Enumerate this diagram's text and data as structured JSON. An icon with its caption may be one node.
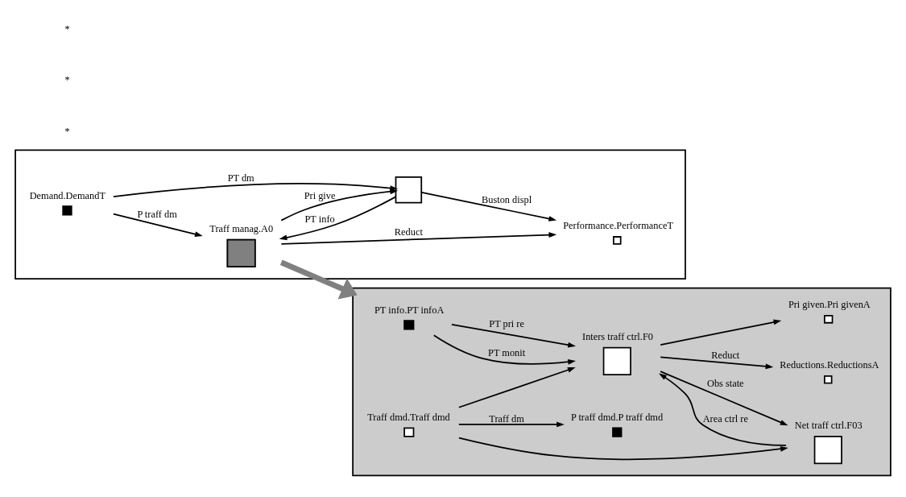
{
  "diagram": {
    "nodes": [
      {
        "text": [],
        "shape": "box"
      },
      {
        "text": [
          "Demand.DemandT"
        ],
        "in": 0
      },
      {
        "text": [
          "Traff manag.A0"
        ],
        "in": 0
      },
      {
        "text": [],
        "shape": "box",
        "in": 0
      },
      {
        "text": [
          "Performance.PerformanceT"
        ],
        "in": 0
      },
      {
        "text": [],
        "shape": "box"
      },
      {
        "text": [
          "PT info.PT infoA"
        ],
        "in": 5
      },
      {
        "text": [
          "Reductions.ReductionsA"
        ],
        "in": 5
      },
      {
        "text": [
          "Pri given.Pri givenA"
        ],
        "in": 5
      },
      {
        "text": [
          "P traff dmd.P traff dmd"
        ],
        "in": 5
      },
      {
        "text": [
          "Traff dmd.Traff dmd"
        ],
        "in": 5
      },
      {
        "text": [
          "Inters traff ctrl.F0"
        ],
        "in": 5
      },
      {
        "text": [
          "Net traff ctrl.F03"
        ],
        "in": 5
      }
    ],
    "edges": [
      {
        "from": 1,
        "to": 2,
        "arrow": "to",
        "label": "P traff dm"
      },
      {
        "from": 1,
        "to": 3,
        "arrow": "to",
        "label": "PT dm"
      },
      {
        "from": 2,
        "to": 3,
        "arrow": "to",
        "label": "Pri give"
      },
      {
        "from": 3,
        "to": 2,
        "arrow": "to",
        "label": "PT info"
      },
      {
        "from": 2,
        "to": 4,
        "arrow": "to",
        "label": "Reduct"
      },
      {
        "from": 3,
        "to": 4,
        "arrow": "to",
        "label": "Buston displ"
      },
      {
        "from": 2,
        "to": 5,
        "arrow": "to",
        "style": "thick",
        "color": "#808080"
      },
      {
        "from": 6,
        "to": 11,
        "arrow": "to",
        "label": "PT monit"
      },
      {
        "from": 6,
        "to": 11,
        "arrow": "to",
        "label": "PT pri re"
      },
      {
        "from": 11,
        "to": 7,
        "arrow": "to",
        "label": "Reduct"
      },
      {
        "from": 11,
        "to": 8,
        "arrow": "to"
      },
      {
        "from": 10,
        "to": 9,
        "arrow": "to",
        "label": "Traff dm"
      },
      {
        "from": 10,
        "to": 11,
        "arrow": "to"
      },
      {
        "from": 10,
        "to": 12,
        "arrow": "to"
      },
      {
        "from": 11,
        "to": 12,
        "arrow": "to",
        "label": "Obs state"
      },
      {
        "from": 12,
        "to": 11,
        "arrow": "to",
        "label": "Area ctrl re"
      }
    ],
    "labels": [
      "*",
      "*",
      "*"
    ]
  }
}
